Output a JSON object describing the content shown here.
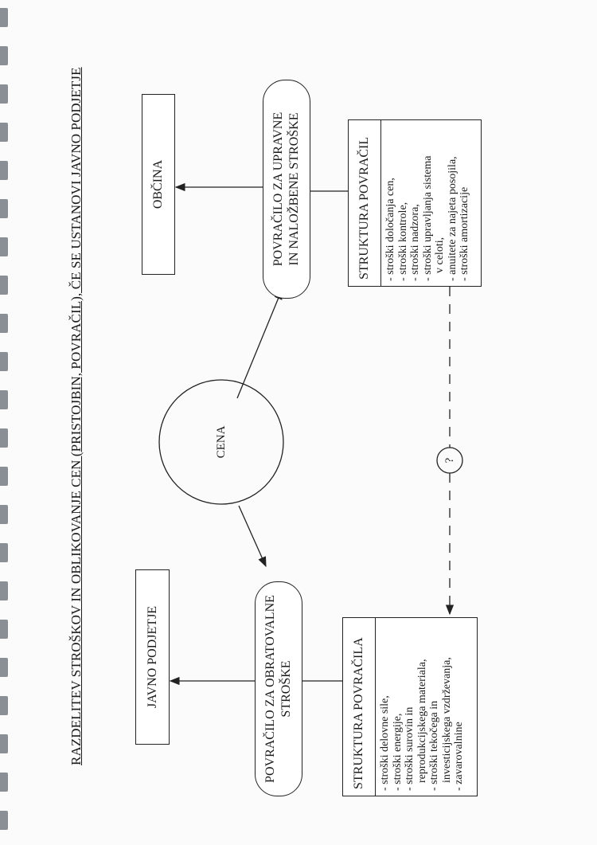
{
  "title": "RAZDELITEV STROŠKOV IN OBLIKOVANJE CEN (PRISTOJBIN, POVRAČIL), ČE SE USTANOVI JAVNO PODJETJE",
  "boxes": {
    "obcina": "OBČINA",
    "javno_podjetje": "JAVNO PODJETJE",
    "upravne_line1": "POVRAČILO ZA UPRAVNE",
    "upravne_line2": "IN NALOŽBENE STROŠKE",
    "obratovalne_line1": "POVRAČILO ZA OBRATOVALNE",
    "obratovalne_line2": "STROŠKE",
    "cena": "CENA",
    "question": "?"
  },
  "struktura_povracil": {
    "heading": "STRUKTURA POVRAČIL",
    "items": [
      "- stroški določanja cen,",
      "- stroški kontrole,",
      "- stroški nadzora,",
      "- stroški upravljanja sistema",
      "v celoti,",
      "- anuitete za najeta posojila,",
      "- stroški amortizacije"
    ]
  },
  "struktura_povracila": {
    "heading": "STRUKTURA POVRAČILA",
    "items": [
      "- stroški delovne sile,",
      "- stroški energije,",
      "- stroški surovin in",
      "reprodukcijskega materiala,",
      "- stroški tekočega in",
      "investicijskega vzdrževanja,",
      "- zavarovalnine"
    ]
  }
}
